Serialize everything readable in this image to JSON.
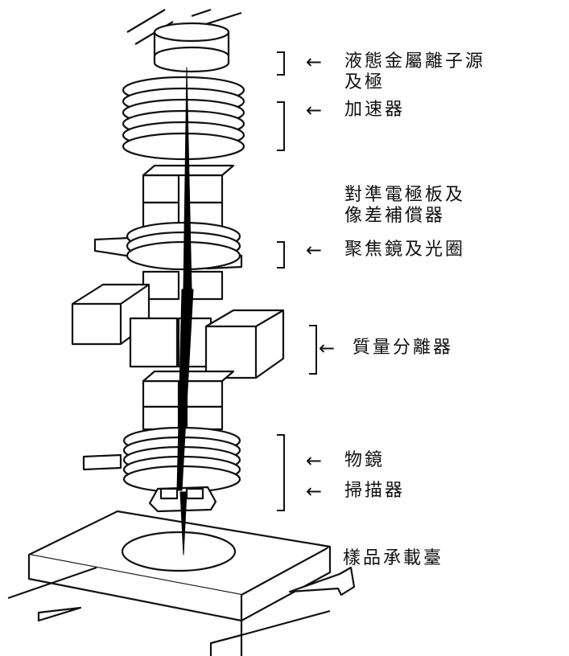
{
  "labels": {
    "ion_source_line1": "液態金屬離子源",
    "ion_source_line2": "及極",
    "accelerator": "加速器",
    "alignment_line1": "對準電極板及",
    "alignment_line2": "像差補償器",
    "condenser": "聚焦鏡及光圈",
    "mass_separator": "質量分離器",
    "objective": "物鏡",
    "scanner": "掃描器",
    "stage": "樣品承載臺"
  },
  "arrow_glyph": "←"
}
